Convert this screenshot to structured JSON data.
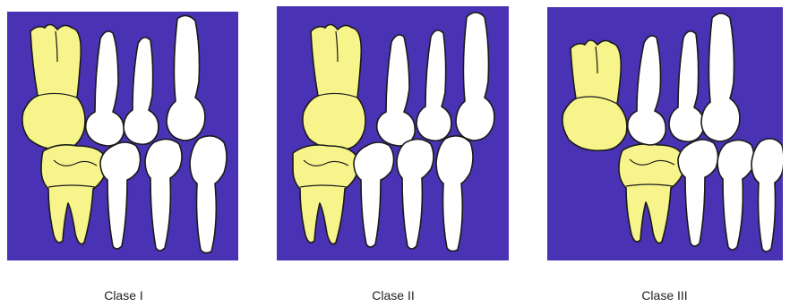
{
  "colors": {
    "panel_background": "#4a32b4",
    "highlighted_molar": "#f6f48a",
    "other_teeth": "#ffffff"
  },
  "panels": [
    {
      "caption": "Clase I"
    },
    {
      "caption": "Clase II"
    },
    {
      "caption": "Clase III"
    }
  ]
}
